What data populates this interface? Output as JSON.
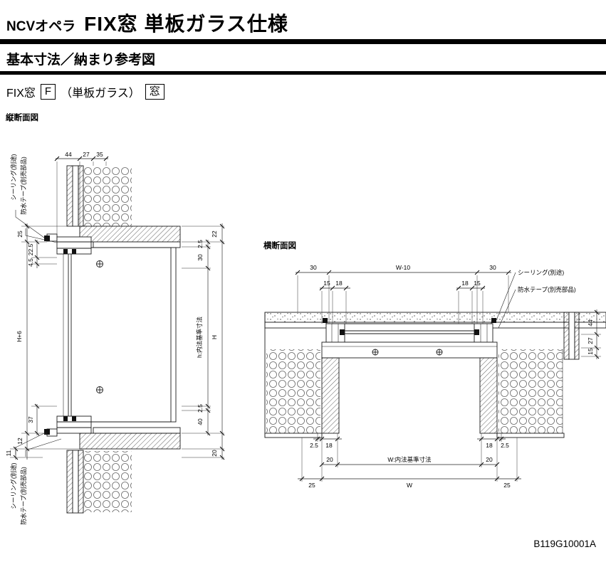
{
  "header": {
    "brand": "NCVオペラ",
    "title": "FIX窓 単板ガラス仕様",
    "subtitle": "基本寸法／納まり参考図",
    "spec": {
      "prefix": "FIX窓",
      "box_f": "F",
      "glass": "（単板ガラス）",
      "box_mado": "窓"
    }
  },
  "vertical_section": {
    "title": "縦断面図",
    "callout_sealing_top": "シーリング(別途)",
    "callout_tape_top": "防水テープ(別売部品)",
    "callout_sealing_bottom": "シーリング(別途)",
    "callout_tape_bottom": "防水テープ(別売部品)",
    "dim_top": [
      "44",
      "27",
      "35"
    ],
    "dim_left_25": "25",
    "dim_left_225": "22.5",
    "dim_left_45": "4.5",
    "dim_left_h6": "H+6",
    "dim_left_37": "37",
    "dim_left_12": "12",
    "dim_left_11": "11",
    "dim_right_22": "22",
    "dim_right_25top": "2.5",
    "dim_right_30": "30",
    "dim_right_h": "H",
    "dim_right_inner": "h:内法基準寸法",
    "dim_right_25bot": "2.5",
    "dim_right_40": "40",
    "dim_right_20": "20"
  },
  "horizontal_section": {
    "title": "横断面図",
    "callout_sealing": "シーリング(別途)",
    "callout_tape": "防水テープ(別売部品)",
    "dim_top_30l": "30",
    "dim_top_w10": "W-10",
    "dim_top_30r": "30",
    "dim_top_15l": "15",
    "dim_top_18l": "18",
    "dim_top_18r": "18",
    "dim_top_15r": "15",
    "dim_wall_44": "44",
    "dim_wall_27": "27",
    "dim_wall_15": "15",
    "dim_bot_25l": "2.5",
    "dim_bot_18l": "18",
    "dim_bot_18r": "18",
    "dim_bot_25r": "2.5",
    "dim_bot_20l": "20",
    "dim_bot_inner": "W:内法基準寸法",
    "dim_bot_20r": "20",
    "dim_bot2_25l": "25",
    "dim_bot2_w": "W",
    "dim_bot2_25r": "25"
  },
  "footer": {
    "doc_number": "B119G10001A"
  }
}
